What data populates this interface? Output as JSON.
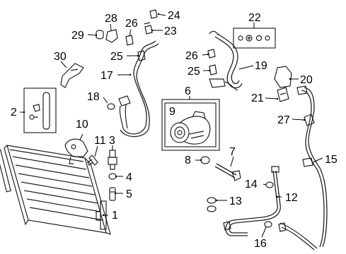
{
  "callouts": [
    {
      "id": "c1",
      "text": "1"
    },
    {
      "id": "c2",
      "text": "2"
    },
    {
      "id": "c3",
      "text": "3"
    },
    {
      "id": "c4",
      "text": "4"
    },
    {
      "id": "c5",
      "text": "5"
    },
    {
      "id": "c6",
      "text": "6"
    },
    {
      "id": "c7",
      "text": "7"
    },
    {
      "id": "c8",
      "text": "8"
    },
    {
      "id": "c9",
      "text": "9"
    },
    {
      "id": "c10",
      "text": "10"
    },
    {
      "id": "c11",
      "text": "11"
    },
    {
      "id": "c12",
      "text": "12"
    },
    {
      "id": "c13",
      "text": "13"
    },
    {
      "id": "c14",
      "text": "14"
    },
    {
      "id": "c15",
      "text": "15"
    },
    {
      "id": "c16",
      "text": "16"
    },
    {
      "id": "c17",
      "text": "17"
    },
    {
      "id": "c18",
      "text": "18"
    },
    {
      "id": "c19",
      "text": "19"
    },
    {
      "id": "c20",
      "text": "20"
    },
    {
      "id": "c21",
      "text": "21"
    },
    {
      "id": "c22",
      "text": "22"
    },
    {
      "id": "c23",
      "text": "23"
    },
    {
      "id": "c24",
      "text": "24"
    },
    {
      "id": "c25a",
      "text": "25"
    },
    {
      "id": "c25b",
      "text": "25"
    },
    {
      "id": "c26a",
      "text": "26"
    },
    {
      "id": "c26b",
      "text": "26"
    },
    {
      "id": "c27",
      "text": "27"
    },
    {
      "id": "c28",
      "text": "28"
    },
    {
      "id": "c29",
      "text": "29"
    },
    {
      "id": "c30",
      "text": "30"
    }
  ]
}
